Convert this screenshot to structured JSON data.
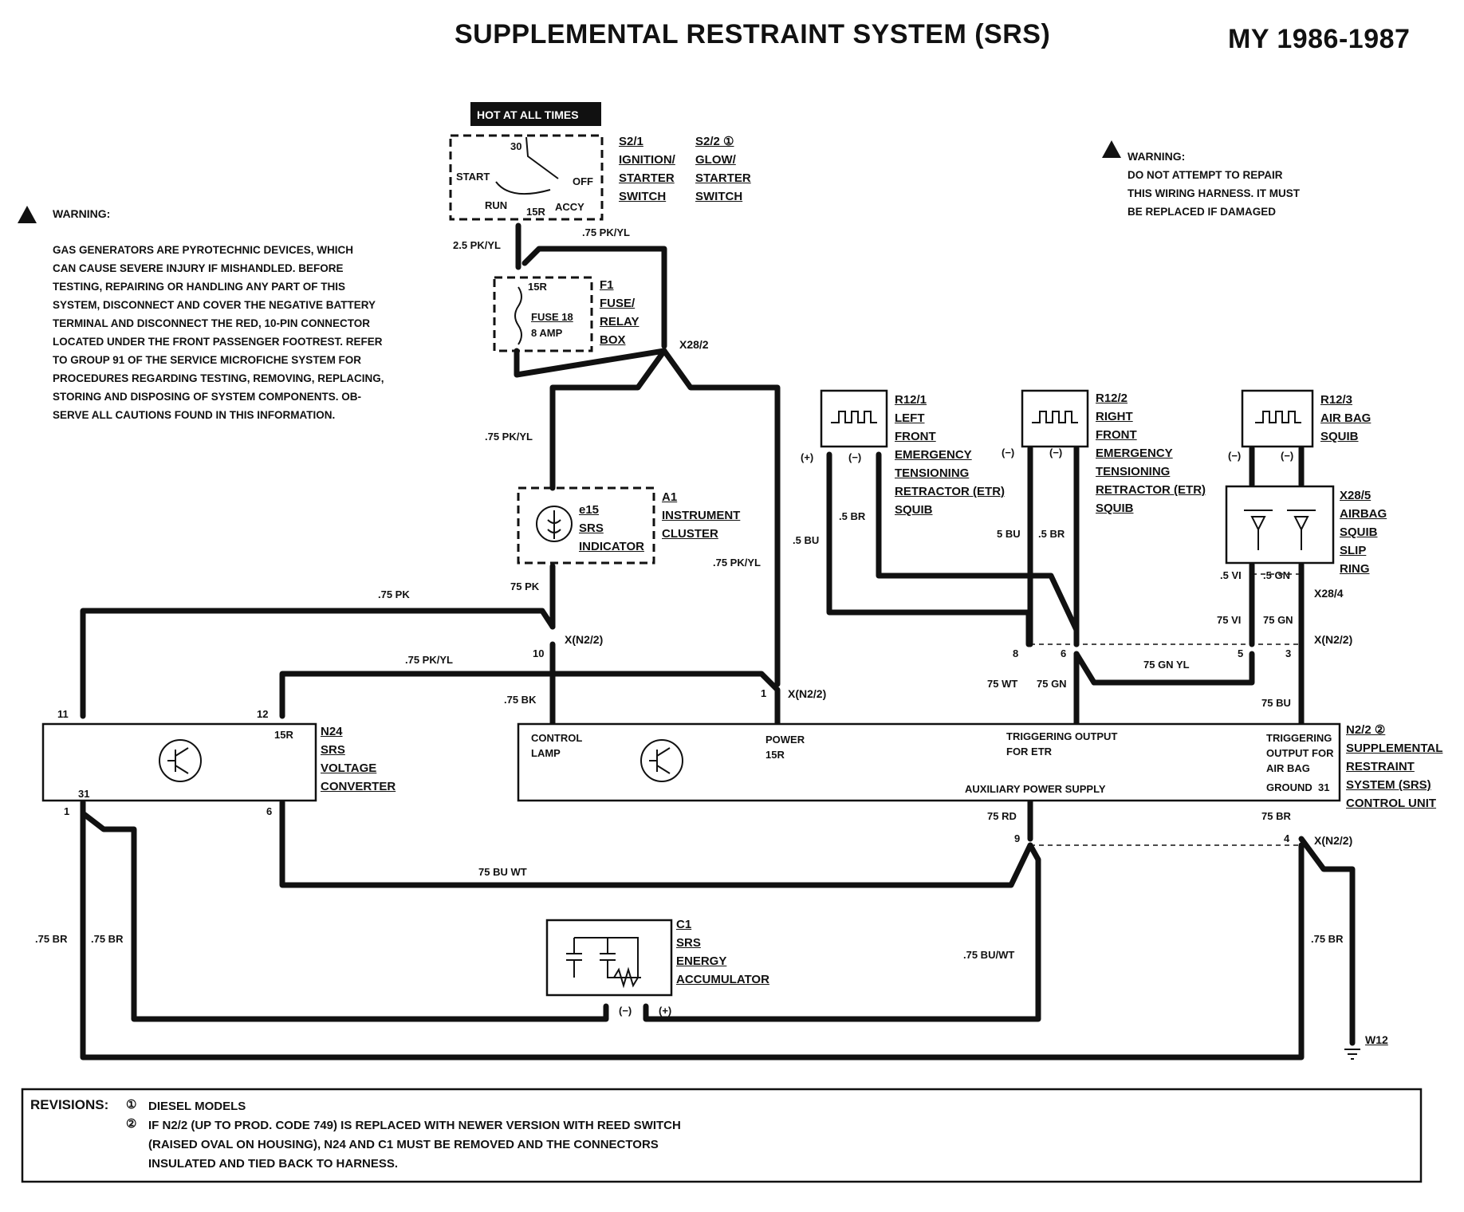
{
  "title": "SUPPLEMENTAL RESTRAINT SYSTEM (SRS)",
  "model_year": "MY 1986-1987",
  "hot_label": "HOT AT ALL TIMES",
  "warning_left": {
    "heading": "WARNING:",
    "body": "GAS GENERATORS ARE PYROTECHNIC DEVICES, WHICH\nCAN CAUSE SEVERE INJURY IF MISHANDLED. BEFORE\nTESTING, REPAIRING OR HANDLING ANY PART OF THIS\nSYSTEM, DISCONNECT AND COVER THE NEGATIVE BATTERY\nTERMINAL AND DISCONNECT THE RED, 10-PIN CONNECTOR\nLOCATED UNDER THE FRONT PASSENGER FOOTREST. REFER\nTO GROUP 91 OF THE SERVICE MICROFICHE SYSTEM FOR\nPROCEDURES REGARDING TESTING, REMOVING, REPLACING,\nSTORING AND DISPOSING OF SYSTEM COMPONENTS. OB-\nSERVE ALL CAUTIONS FOUND IN THIS INFORMATION."
  },
  "warning_right": {
    "heading": "WARNING:",
    "body": "DO NOT ATTEMPT TO REPAIR\nTHIS WIRING HARNESS. IT MUST\nBE REPLACED IF DAMAGED"
  },
  "components": {
    "s21": "S2/1\nIGNITION/\nSTARTER\nSWITCH",
    "s22": "S2/2 ①\nGLOW/\nSTARTER\nSWITCH",
    "f1": "F1\nFUSE/\nRELAY\nBOX",
    "a1": "A1\nINSTRUMENT\nCLUSTER",
    "e15": "e15\nSRS\nINDICATOR",
    "r121": "R12/1\nLEFT\nFRONT\nEMERGENCY\nTENSIONING\nRETRACTOR (ETR)\nSQUIB",
    "r122": "R12/2\nRIGHT\nFRONT\nEMERGENCY\nTENSIONING\nRETRACTOR (ETR)\nSQUIB",
    "r123": "R12/3\nAIR BAG\nSQUIB",
    "x285": "X28/5\nAIRBAG\nSQUIB\nSLIP\nRING",
    "n24": "N24\nSRS\nVOLTAGE\nCONVERTER",
    "n22": "N2/2 ②\nSUPPLEMENTAL\nRESTRAINT\nSYSTEM (SRS)\nCONTROL UNIT",
    "c1": "C1\nSRS\nENERGY\nACCUMULATOR"
  },
  "switch_labels": {
    "t30": "30",
    "start": "START",
    "off": "OFF",
    "run": "RUN",
    "t15r": "15R",
    "accy": "ACCY"
  },
  "fuse": {
    "t15r": "15R",
    "name": "FUSE 18",
    "amp": "8 AMP"
  },
  "connectors": {
    "x282": "X28/2",
    "xn22_a": "X(N2/2)",
    "xn22_b": "X(N2/2)",
    "xn22_c": "X(N2/2)",
    "xn22_d": "X(N2/2)",
    "x284": "X28/4",
    "w12": "W12"
  },
  "wires": {
    "w_25pkyl": "2.5 PK/YL",
    "w_75pkyl_top": ".75 PK/YL",
    "w_75pkyl_left": ".75 PK/YL",
    "w_75pkyl_right": ".75 PK/YL",
    "w_75pkyl_mid": ".75 PK/YL",
    "w_75pk_a": ".75 PK",
    "w_75pk_b": "75 PK",
    "w_75bk": ".75 BK",
    "w_5bu_l": ".5 BU",
    "w_5br_l": ".5 BR",
    "w_5bu_r": "5 BU",
    "w_5br_r": ".5 BR",
    "w_5vi": ".5 VI",
    "w_5gn": ".5 GN",
    "w_75vi": "75 VI",
    "w_75gn_r": "75 GN",
    "w_75wt": "75 WT",
    "w_75gn": "75 GN",
    "w_75gnyl": "75 GN YL",
    "w_75bu": "75 BU",
    "w_75rd": "75 RD",
    "w_75br_r": "75 BR",
    "w_75buwt": "75 BU WT",
    "w_75buwt2": ".75 BU/WT",
    "w_75br_l1": ".75 BR",
    "w_75br_l2": ".75 BR",
    "w_75br_r2": ".75 BR"
  },
  "pins": {
    "p11": "11",
    "p12": "12",
    "p10": "10",
    "p1a": "1",
    "p8": "8",
    "p6a": "6",
    "p5": "5",
    "p3": "3",
    "p1b": "1",
    "p6b": "6",
    "p9": "9",
    "p4": "4"
  },
  "polarity": {
    "r121_p": "(+)",
    "r121_n": "(−)",
    "r122_a": "(−)",
    "r122_b": "(−)",
    "r123_a": "(−)",
    "r123_b": "(−)",
    "c1_n": "(−)",
    "c1_p": "(+)"
  },
  "control_unit": {
    "control_lamp": "CONTROL\nLAMP",
    "power": "POWER\n15R",
    "trig_etr": "TRIGGERING OUTPUT\nFOR ETR",
    "trig_airbag": "TRIGGERING\nOUTPUT FOR\nAIR BAG",
    "ground": "GROUND  31",
    "aux": "AUXILIARY POWER SUPPLY"
  },
  "converter": {
    "t15r": "15R",
    "t31": "31"
  },
  "revisions": {
    "heading": "REVISIONS:",
    "r1_mark": "①",
    "r1_text": "DIESEL MODELS",
    "r2_mark": "②",
    "r2_text": "IF N2/2 (UP TO PROD. CODE 749) IS REPLACED WITH NEWER VERSION WITH REED SWITCH\n(RAISED OVAL ON HOUSING), N24 AND C1 MUST BE REMOVED AND THE CONNECTORS\nINSULATED AND TIED BACK TO HARNESS."
  }
}
